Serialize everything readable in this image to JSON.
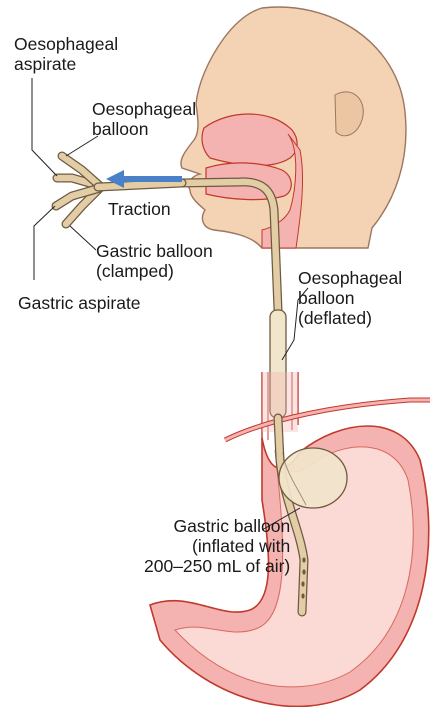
{
  "labels": {
    "oesophageal_aspirate": "Oesophageal\naspirate",
    "oesophageal_balloon": "Oesophageal\nballoon",
    "traction": "Traction",
    "gastric_balloon_clamped": "Gastric balloon\n(clamped)",
    "gastric_aspirate": "Gastric aspirate",
    "oesophageal_balloon_deflated": "Oesophageal\nballoon\n(deflated)",
    "gastric_balloon_inflated": "Gastric balloon\n(inflated with\n200–250 mL of air)"
  },
  "colors": {
    "skin": "#f3d3b3",
    "skin_outline": "#9c7660",
    "mucosa": "#f4b3b1",
    "tissue_outline": "#c0392b",
    "tube": "#e2cda6",
    "tube_outline": "#6e5a40",
    "balloon": "#f1e5cb",
    "arrow": "#4a80c8"
  }
}
